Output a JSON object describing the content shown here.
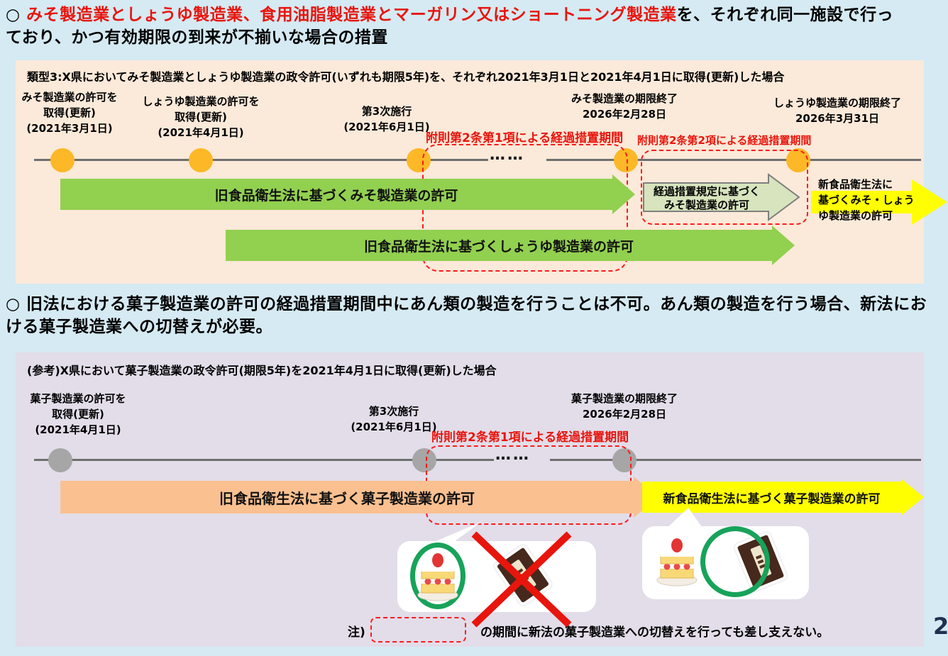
{
  "page": {
    "number": "2",
    "background": "#d5eaf3"
  },
  "colors": {
    "panel1_bg": "#fbe9d9",
    "panel2_bg": "#e2dde9",
    "green_arrow": "#92d050",
    "pale_green_arrow": "#d7e4bd",
    "yellow_arrow": "#ffff00",
    "orange_arrow": "#fac090",
    "orange_dot": "#fcb826",
    "gray_dot": "#a6a6a6",
    "red_accent": "#e8150d"
  },
  "heading1": {
    "bullet": "○",
    "highlight": "みそ製造業としょうゆ製造業、食用油脂製造業とマーガリン又はショートニング製造業",
    "rest": "を、それぞれ同一施設で行っており、かつ有効期限の到来が不揃いな場合の措置"
  },
  "heading2": {
    "bullet": "○",
    "text": "旧法における菓子製造業の許可の経過措置期間中にあん類の製造を行うことは不可。あん類の製造を行う場合、新法における菓子製造業への切替えが必要。"
  },
  "panel1": {
    "caption": "類型3:X県においてみそ製造業としょうゆ製造業の政令許可(いずれも期限5年)を、それぞれ2021年3月1日と2021年4月1日に取得(更新)した場合",
    "events": [
      {
        "label": "みそ製造業の許可を\n取得(更新)\n(2021年3月1日)"
      },
      {
        "label": "しょうゆ製造業の許可を\n取得(更新)\n(2021年4月1日)"
      },
      {
        "label": "第3次施行\n(2021年6月1日)"
      },
      {
        "label": "みそ製造業の期限終了\n2026年2月28日"
      },
      {
        "label": "しょうゆ製造業の期限終了\n2026年3月31日"
      }
    ],
    "transition1": "附則第2条第1項による経過措置期間",
    "transition2": "附則第2条第2項による経過措置期間",
    "ellipsis": "……",
    "arrow_miso_old": "旧食品衛生法に基づくみそ製造業の許可",
    "arrow_shoyu_old": "旧食品衛生法に基づくしょうゆ製造業の許可",
    "arrow_transitional": "経過措置規定に基づく\nみそ製造業の許可",
    "arrow_new": "新食品衛生法に\n基づくみそ・しょう\nゆ製造業の許可"
  },
  "panel2": {
    "caption": "(参考)X県において菓子製造業の政令許可(期限5年)を2021年4月1日に取得(更新)した場合",
    "events": [
      {
        "label": "菓子製造業の許可を\n取得(更新)\n(2021年4月1日)"
      },
      {
        "label": "第3次施行\n(2021年6月1日)"
      },
      {
        "label": "菓子製造業の期限終了\n2026年2月28日"
      }
    ],
    "transition1": "附則第2条第1項による経過措置期間",
    "ellipsis": "……",
    "arrow_old": "旧食品衛生法に基づく菓子製造業の許可",
    "arrow_new": "新食品衛生法に基づく菓子製造業の許可",
    "note_prefix": "注)",
    "note_text": "の期間に新法の菓子製造業への切替えを行っても差し支えない。",
    "icons": {
      "cake": "shortcake-icon",
      "package": "bean-paste-package-icon",
      "allowed": "green-circle-icon",
      "prohibited": "red-x-icon"
    }
  }
}
